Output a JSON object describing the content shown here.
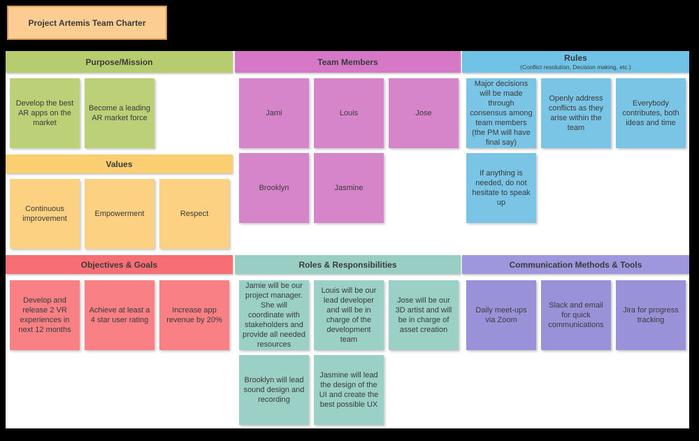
{
  "title": "Project Artemis Team Charter",
  "palette": {
    "page_background": "#000000",
    "board_background": "#ffffff",
    "title_bg": "#fbcd92",
    "title_border": "#d49a52",
    "text": "#3a3a3a"
  },
  "sections": {
    "purpose": {
      "title": "Purpose/Mission",
      "header_color": "#b7cc6e",
      "card_color": "#bcd077",
      "cards": [
        "Develop the best AR apps on the market",
        "Become a leading AR market force"
      ]
    },
    "values": {
      "title": "Values",
      "header_color": "#fbce71",
      "card_color": "#fcd182",
      "cards": [
        "Continuous improvement",
        "Empowerment",
        "Respect"
      ]
    },
    "objectives": {
      "title": "Objectives & Goals",
      "header_color": "#f76f74",
      "card_color": "#f98084",
      "cards": [
        "Develop and release 2 VR experiences in next 12 months",
        "Achieve at least a 4 star user rating",
        "Increase app revenue by 20%"
      ]
    },
    "team": {
      "title": "Team Members",
      "header_color": "#d678c7",
      "card_color": "#d685cb",
      "cards": [
        "Jami",
        "Louis",
        "Jose",
        "Brooklyn",
        "Jasmine"
      ]
    },
    "roles": {
      "title": "Roles & Responsibilities",
      "header_color": "#99cec4",
      "card_color": "#9ad0c5",
      "cards": [
        "Jamie will be our project manager. She will coordinate with stakeholders and provide all needed resources",
        "Louis will be our lead developer and will be in charge of the development team",
        "Jose will be our 3D artist and will be in charge of asset creation",
        "Brooklyn will lead sound design and recording",
        "Jasmine will lead the design of the UI and create the best possible UX"
      ]
    },
    "rules": {
      "title": "Rules",
      "subtitle": "(Conflict resolution, Decision making, etc.)",
      "header_color": "#70c3e7",
      "card_color": "#7ac5e5",
      "cards": [
        "Major decisions will be made through consensus among team members (the PM will have final say)",
        "Openly address conflicts as they arise within the team",
        "Everybody contributes, both ideas and time",
        "If anything is needed, do not hesitate to speak up"
      ]
    },
    "communication": {
      "title": "Communication Methods & Tools",
      "header_color": "#9e97de",
      "card_color": "#9a92d8",
      "cards": [
        "Daily meet-ups via Zoom",
        "Slack and email for quick communications",
        "Jira for progress tracking"
      ]
    }
  }
}
